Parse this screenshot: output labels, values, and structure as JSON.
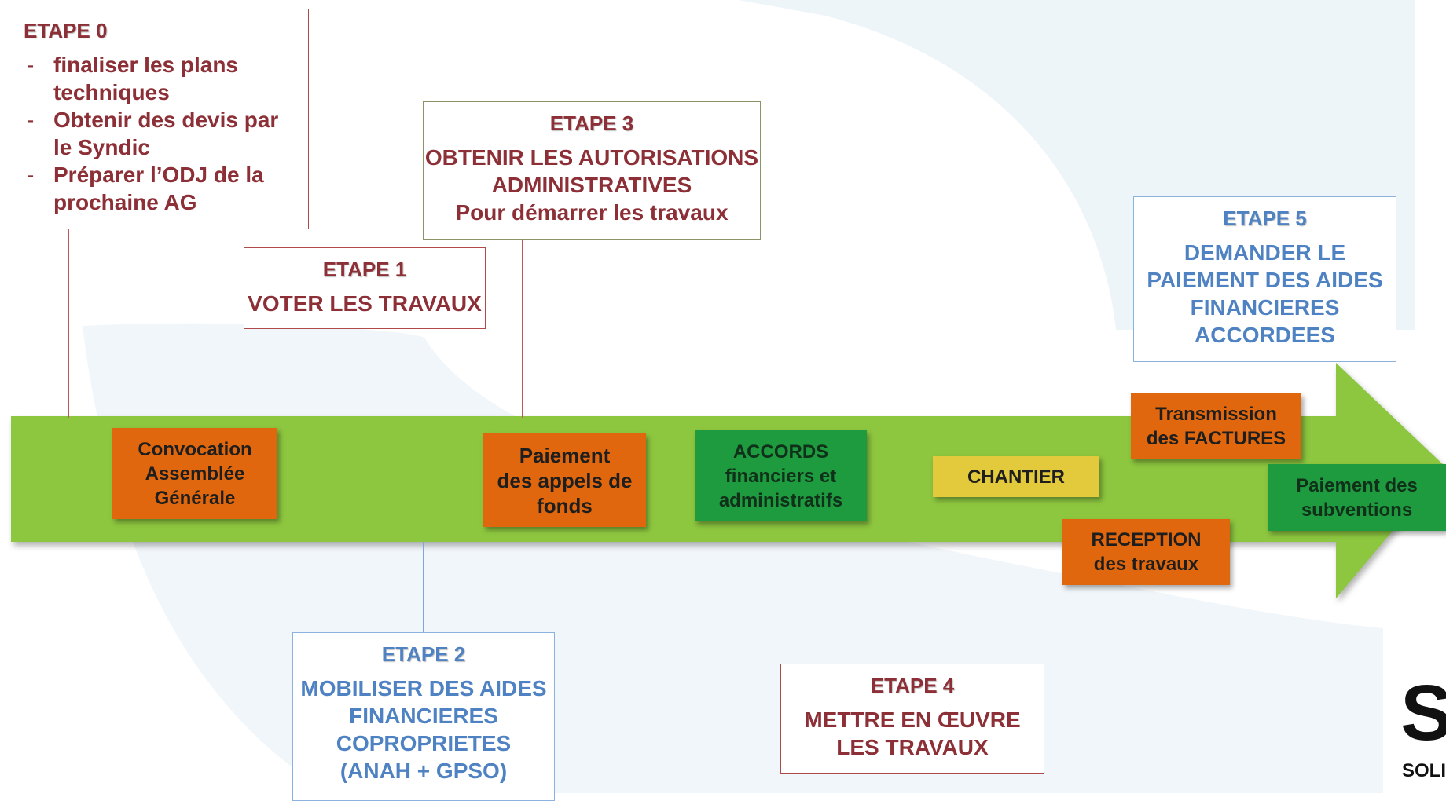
{
  "steps": {
    "etape0": {
      "title": "ETAPE 0",
      "items": [
        "finaliser les plans techniques",
        "Obtenir des devis par le Syndic",
        "Préparer l’ODJ de la prochaine AG"
      ]
    },
    "etape1": {
      "title": "ETAPE 1",
      "line1": "VOTER LES TRAVAUX"
    },
    "etape2": {
      "title": "ETAPE 2",
      "line1": "MOBILISER DES AIDES",
      "line2": "FINANCIERES",
      "line3": "COPROPRIETES",
      "line4": "(ANAH + GPSO)"
    },
    "etape3": {
      "title": "ETAPE 3",
      "line1": "OBTENIR LES AUTORISATIONS",
      "line2": "ADMINISTRATIVES",
      "line3": "Pour démarrer les travaux"
    },
    "etape4": {
      "title": "ETAPE 4",
      "line1": "METTRE EN ŒUVRE",
      "line2": "LES TRAVAUX"
    },
    "etape5": {
      "title": "ETAPE 5",
      "line1": "DEMANDER LE",
      "line2": "PAIEMENT DES AIDES",
      "line3": "FINANCIERES",
      "line4": "ACCORDEES"
    }
  },
  "tags": {
    "convocation": {
      "line1": "Convocation",
      "line2": "Assemblée",
      "line3": "Générale"
    },
    "paiement_appels": {
      "line1": "Paiement",
      "line2": "des appels de",
      "line3": "fonds"
    },
    "accords": {
      "line1": "ACCORDS",
      "line2": "financiers et",
      "line3": "administratifs"
    },
    "chantier": {
      "line1": "CHANTIER"
    },
    "transmission": {
      "line1": "Transmission",
      "line2": "des FACTURES"
    },
    "reception": {
      "line1": "RECEPTION",
      "line2": "des travaux"
    },
    "paiement_subventions": {
      "line1": "Paiement des",
      "line2": "subventions"
    }
  },
  "logo": {
    "mark": "S",
    "text": "SOLI"
  },
  "colors": {
    "arrow": "#8dc63f",
    "orange": "#e0670d",
    "green": "#1e9b3e",
    "yellow": "#e3c93c",
    "red_text": "#8c2f36",
    "blue_text": "#4f82c2",
    "background_shape": "#eef5f9"
  }
}
